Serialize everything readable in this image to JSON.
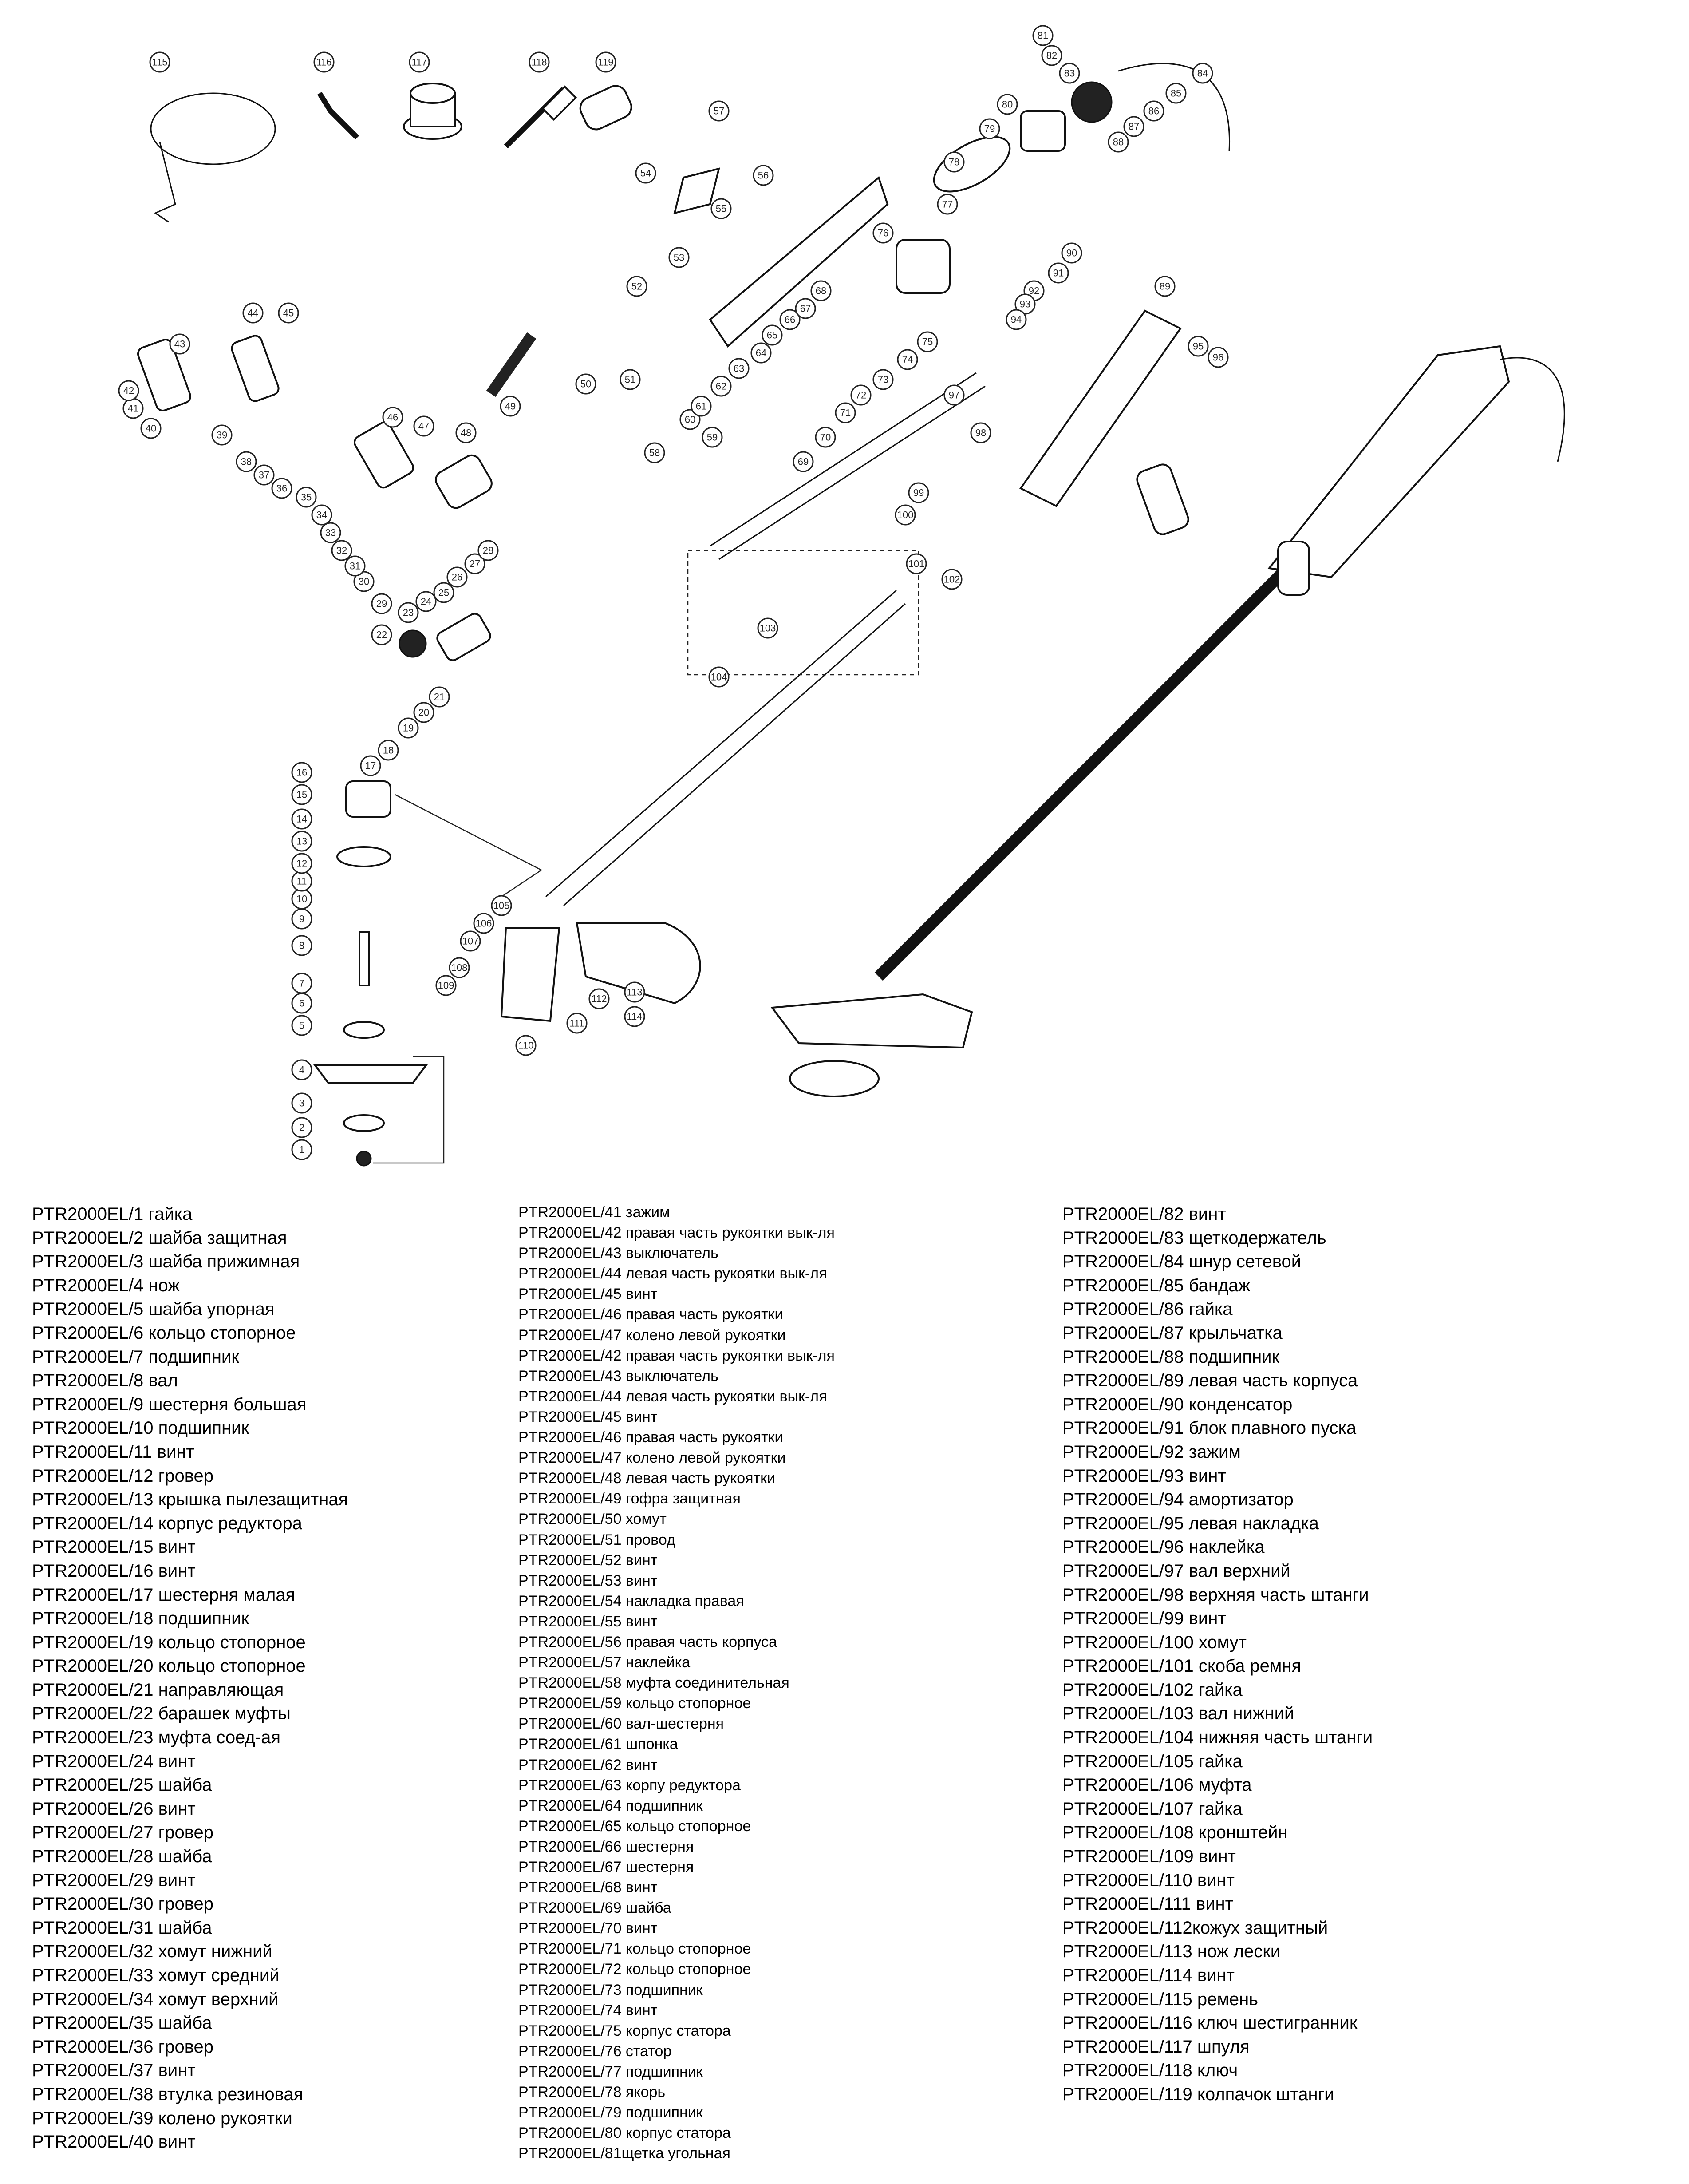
{
  "parts_list": {
    "column1": [
      "PTR2000EL/1 гайка",
      "PTR2000EL/2 шайба защитная",
      "PTR2000EL/3 шайба прижимная",
      "PTR2000EL/4 нож",
      "PTR2000EL/5 шайба упорная",
      "PTR2000EL/6 кольцо стопорное",
      "PTR2000EL/7 подшипник",
      "PTR2000EL/8 вал",
      "PTR2000EL/9 шестерня большая",
      "PTR2000EL/10 подшипник",
      "PTR2000EL/11 винт",
      "PTR2000EL/12 гровер",
      "PTR2000EL/13 крышка пылезащитная",
      "PTR2000EL/14 корпус редуктора",
      "PTR2000EL/15 винт",
      "PTR2000EL/16 винт",
      "PTR2000EL/17 шестерня малая",
      "PTR2000EL/18 подшипник",
      "PTR2000EL/19 кольцо стопорное",
      "PTR2000EL/20 кольцо стопорное",
      "PTR2000EL/21 направляющая",
      "PTR2000EL/22 барашек муфты",
      "PTR2000EL/23 муфта соед-ая",
      "PTR2000EL/24 винт",
      "PTR2000EL/25 шайба",
      "PTR2000EL/26 винт",
      "PTR2000EL/27 гровер",
      "PTR2000EL/28 шайба",
      "PTR2000EL/29 винт",
      "PTR2000EL/30 гровер",
      "PTR2000EL/31 шайба",
      "PTR2000EL/32 хомут нижний",
      "PTR2000EL/33 хомут средний",
      "PTR2000EL/34 хомут верхний",
      "PTR2000EL/35 шайба",
      "PTR2000EL/36 гровер",
      "PTR2000EL/37 винт",
      "PTR2000EL/38 втулка резиновая",
      "PTR2000EL/39 колено рукоятки",
      "PTR2000EL/40 винт"
    ],
    "column2": [
      "PTR2000EL/41 зажим",
      "PTR2000EL/42 правая часть рукоятки вык-ля",
      "PTR2000EL/43 выключатель",
      "PTR2000EL/44 левая часть рукоятки вык-ля",
      "PTR2000EL/45 винт",
      "PTR2000EL/46 правая часть рукоятки",
      "PTR2000EL/47 колено левой рукоятки",
      "PTR2000EL/42 правая часть рукоятки вык-ля",
      "PTR2000EL/43 выключатель",
      "PTR2000EL/44 левая часть рукоятки вык-ля",
      "PTR2000EL/45 винт",
      "PTR2000EL/46 правая часть рукоятки",
      "PTR2000EL/47 колено левой рукоятки",
      "PTR2000EL/48 левая часть рукоятки",
      "PTR2000EL/49 гофра защитная",
      "PTR2000EL/50 хомут",
      "PTR2000EL/51 провод",
      "PTR2000EL/52 винт",
      "PTR2000EL/53 винт",
      "PTR2000EL/54 накладка правая",
      "PTR2000EL/55 винт",
      "PTR2000EL/56 правая часть корпуса",
      "PTR2000EL/57 наклейка",
      "PTR2000EL/58 муфта соединительная",
      "PTR2000EL/59 кольцо стопорное",
      "PTR2000EL/60 вал-шестерня",
      "PTR2000EL/61 шпонка",
      "PTR2000EL/62 винт",
      "PTR2000EL/63 корпу редуктора",
      "PTR2000EL/64 подшипник",
      "PTR2000EL/65 кольцо стопорное",
      "PTR2000EL/66 шестерня",
      "PTR2000EL/67 шестерня",
      "PTR2000EL/68 винт",
      "PTR2000EL/69 шайба",
      "PTR2000EL/70 винт",
      "PTR2000EL/71 кольцо стопорное",
      "PTR2000EL/72 кольцо стопорное",
      "PTR2000EL/73 подшипник",
      "PTR2000EL/74 винт",
      "PTR2000EL/75 корпус статора",
      "PTR2000EL/76 статор",
      "PTR2000EL/77 подшипник",
      "PTR2000EL/78 якорь",
      "PTR2000EL/79 подшипник",
      "PTR2000EL/80 корпус статора",
      "PTR2000EL/81щетка угольная"
    ],
    "column3": [
      "PTR2000EL/82 винт",
      "PTR2000EL/83 щеткодержатель",
      "PTR2000EL/84 шнур сетевой",
      "PTR2000EL/85 бандаж",
      "PTR2000EL/86 гайка",
      "PTR2000EL/87 крыльчатка",
      "PTR2000EL/88 подшипник",
      "PTR2000EL/89 левая часть корпуса",
      "PTR2000EL/90 конденсатор",
      "PTR2000EL/91 блок плавного пуска",
      "PTR2000EL/92 зажим",
      "PTR2000EL/93 винт",
      "PTR2000EL/94 амортизатор",
      "PTR2000EL/95 левая накладка",
      "PTR2000EL/96 наклейка",
      "PTR2000EL/97 вал верхний",
      "PTR2000EL/98 верхняя часть штанги",
      "PTR2000EL/99 винт",
      "PTR2000EL/100 хомут",
      "PTR2000EL/101 скоба ремня",
      "PTR2000EL/102 гайка",
      "PTR2000EL/103 вал нижний",
      "PTR2000EL/104 нижняя часть штанги",
      "PTR2000EL/105 гайка",
      "PTR2000EL/106 муфта",
      "PTR2000EL/107 гайка",
      "PTR2000EL/108 кронштейн",
      "PTR2000EL/109 винт",
      "PTR2000EL/110 винт",
      "PTR2000EL/111 винт",
      "PTR2000EL/112кожух защитный",
      "PTR2000EL/113 нож лески",
      "PTR2000EL/114 винт",
      "PTR2000EL/115 ремень",
      "PTR2000EL/116 ключ шестигранник",
      "PTR2000EL/117 шпуля",
      "PTR2000EL/118 ключ",
      "PTR2000EL/119 колпачок штанги"
    ]
  },
  "callout_numbers": [
    "1",
    "2",
    "3",
    "4",
    "5",
    "6",
    "7",
    "8",
    "9",
    "10",
    "11",
    "12",
    "13",
    "14",
    "15",
    "16",
    "17",
    "18",
    "19",
    "20",
    "21",
    "22",
    "23",
    "24",
    "25",
    "26",
    "27",
    "28",
    "29",
    "30",
    "31",
    "32",
    "33",
    "34",
    "35",
    "36",
    "37",
    "38",
    "39",
    "40",
    "41",
    "42",
    "43",
    "44",
    "45",
    "46",
    "47",
    "48",
    "49",
    "50",
    "51",
    "52",
    "53",
    "54",
    "55",
    "56",
    "57",
    "58",
    "59",
    "60",
    "61",
    "62",
    "63",
    "64",
    "65",
    "66",
    "67",
    "68",
    "69",
    "70",
    "71",
    "72",
    "73",
    "74",
    "75",
    "76",
    "77",
    "78",
    "79",
    "80",
    "81",
    "82",
    "83",
    "84",
    "85",
    "86",
    "87",
    "88",
    "89",
    "90",
    "91",
    "92",
    "93",
    "94",
    "95",
    "96",
    "97",
    "98",
    "99",
    "100",
    "101",
    "102",
    "103",
    "104",
    "105",
    "106",
    "107",
    "108",
    "109",
    "110",
    "111",
    "112",
    "113",
    "114",
    "115",
    "116",
    "117",
    "118",
    "119"
  ]
}
